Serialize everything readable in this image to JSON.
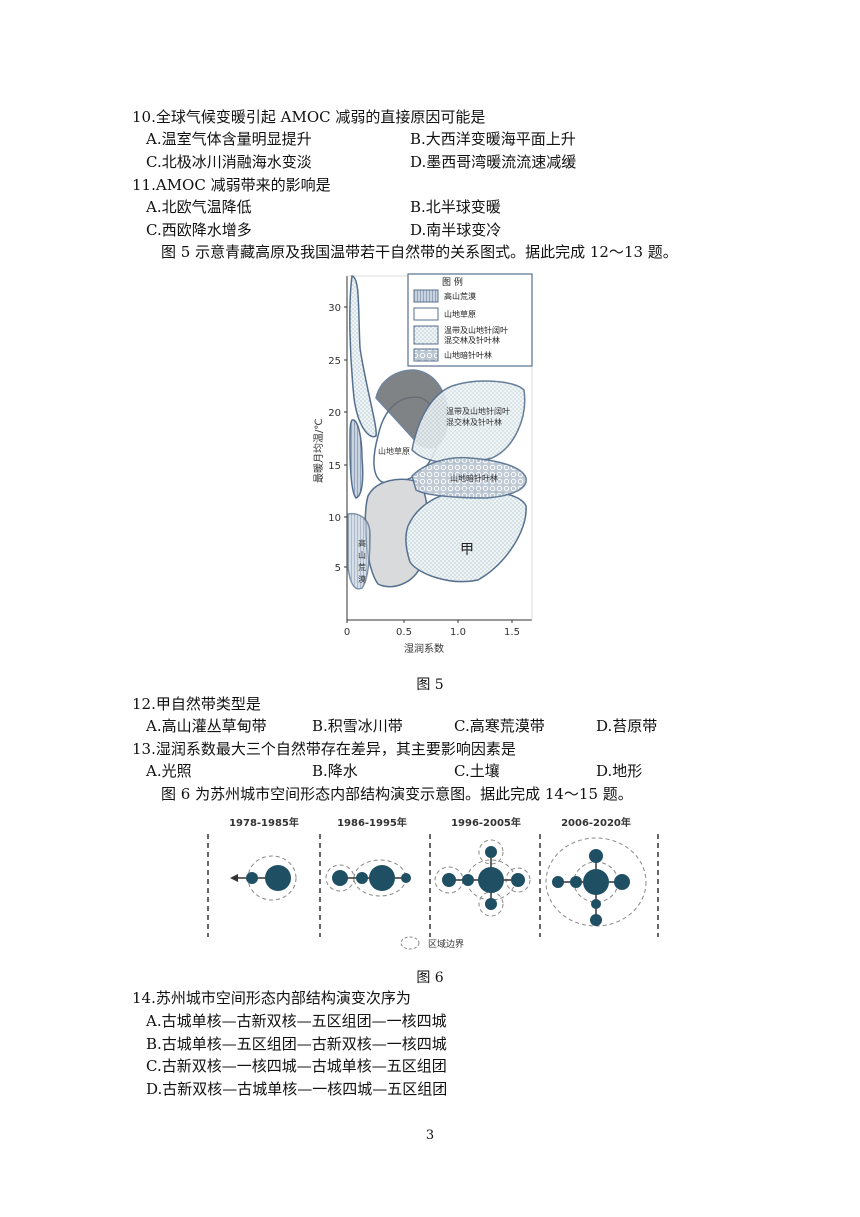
{
  "questions": {
    "q10": {
      "stem": "10.全球气候变暖引起 AMOC 减弱的直接原因可能是",
      "A": "A.温室气体含量明显提升",
      "B": "B.大西洋变暖海平面上升",
      "C": "C.北极冰川消融海水变淡",
      "D": "D.墨西哥湾暖流流速减缓"
    },
    "q11": {
      "stem": "11.AMOC 减弱带来的影响是",
      "A": "A.北欧气温降低",
      "B": "B.北半球变暖",
      "C": "C.西欧降水增多",
      "D": "D.南半球变冷"
    },
    "intro5": "图 5 示意青藏高原及我国温带若干自然带的关系图式。据此完成 12～13 题。",
    "q12": {
      "stem": "12.甲自然带类型是",
      "A": "A.高山灌丛草甸带",
      "B": "B.积雪冰川带",
      "C": "C.高寒荒漠带",
      "D": "D.苔原带"
    },
    "q13": {
      "stem": "13.湿润系数最大三个自然带存在差异，其主要影响因素是",
      "A": "A.光照",
      "B": "B.降水",
      "C": "C.土壤",
      "D": "D.地形"
    },
    "intro6": "图 6 为苏州城市空间形态内部结构演变示意图。据此完成 14～15 题。",
    "q14": {
      "stem": "14.苏州城市空间形态内部结构演变次序为",
      "A": "A.古城单核—古新双核—五区组团—一核四城",
      "B": "B.古城单核—五区组团—古新双核—一核四城",
      "C": "C.古新双核—一核四城—古城单核—五区组团",
      "D": "D.古新双核—古城单核—一核四城—五区组团"
    }
  },
  "fig5": {
    "caption": "图 5",
    "ylabel": "最暖月均温/℃",
    "xlabel": "湿润系数",
    "yticks": [
      "5",
      "10",
      "15",
      "20",
      "25",
      "30"
    ],
    "xticks": [
      "0",
      "0.5",
      "1.0",
      "1.5"
    ],
    "legend_title": "图 例",
    "legend": [
      "高山荒漠",
      "山地草原",
      "温带及山地针阔叶",
      "混交林及针叶林",
      "山地暗针叶林"
    ],
    "labels": {
      "mixed_1": "温带及山地针阔叶",
      "mixed_2": "混交林及针叶林",
      "steppe": "山地草原",
      "dark": "山地暗针叶林",
      "jia": "甲",
      "desert": [
        "高",
        "山",
        "荒",
        "漠"
      ]
    }
  },
  "fig6": {
    "caption": "图 6",
    "periods": [
      "1978-1985年",
      "1986-1995年",
      "1996-2005年",
      "2006-2020年"
    ],
    "legend": "区域边界"
  },
  "page_number": "3"
}
